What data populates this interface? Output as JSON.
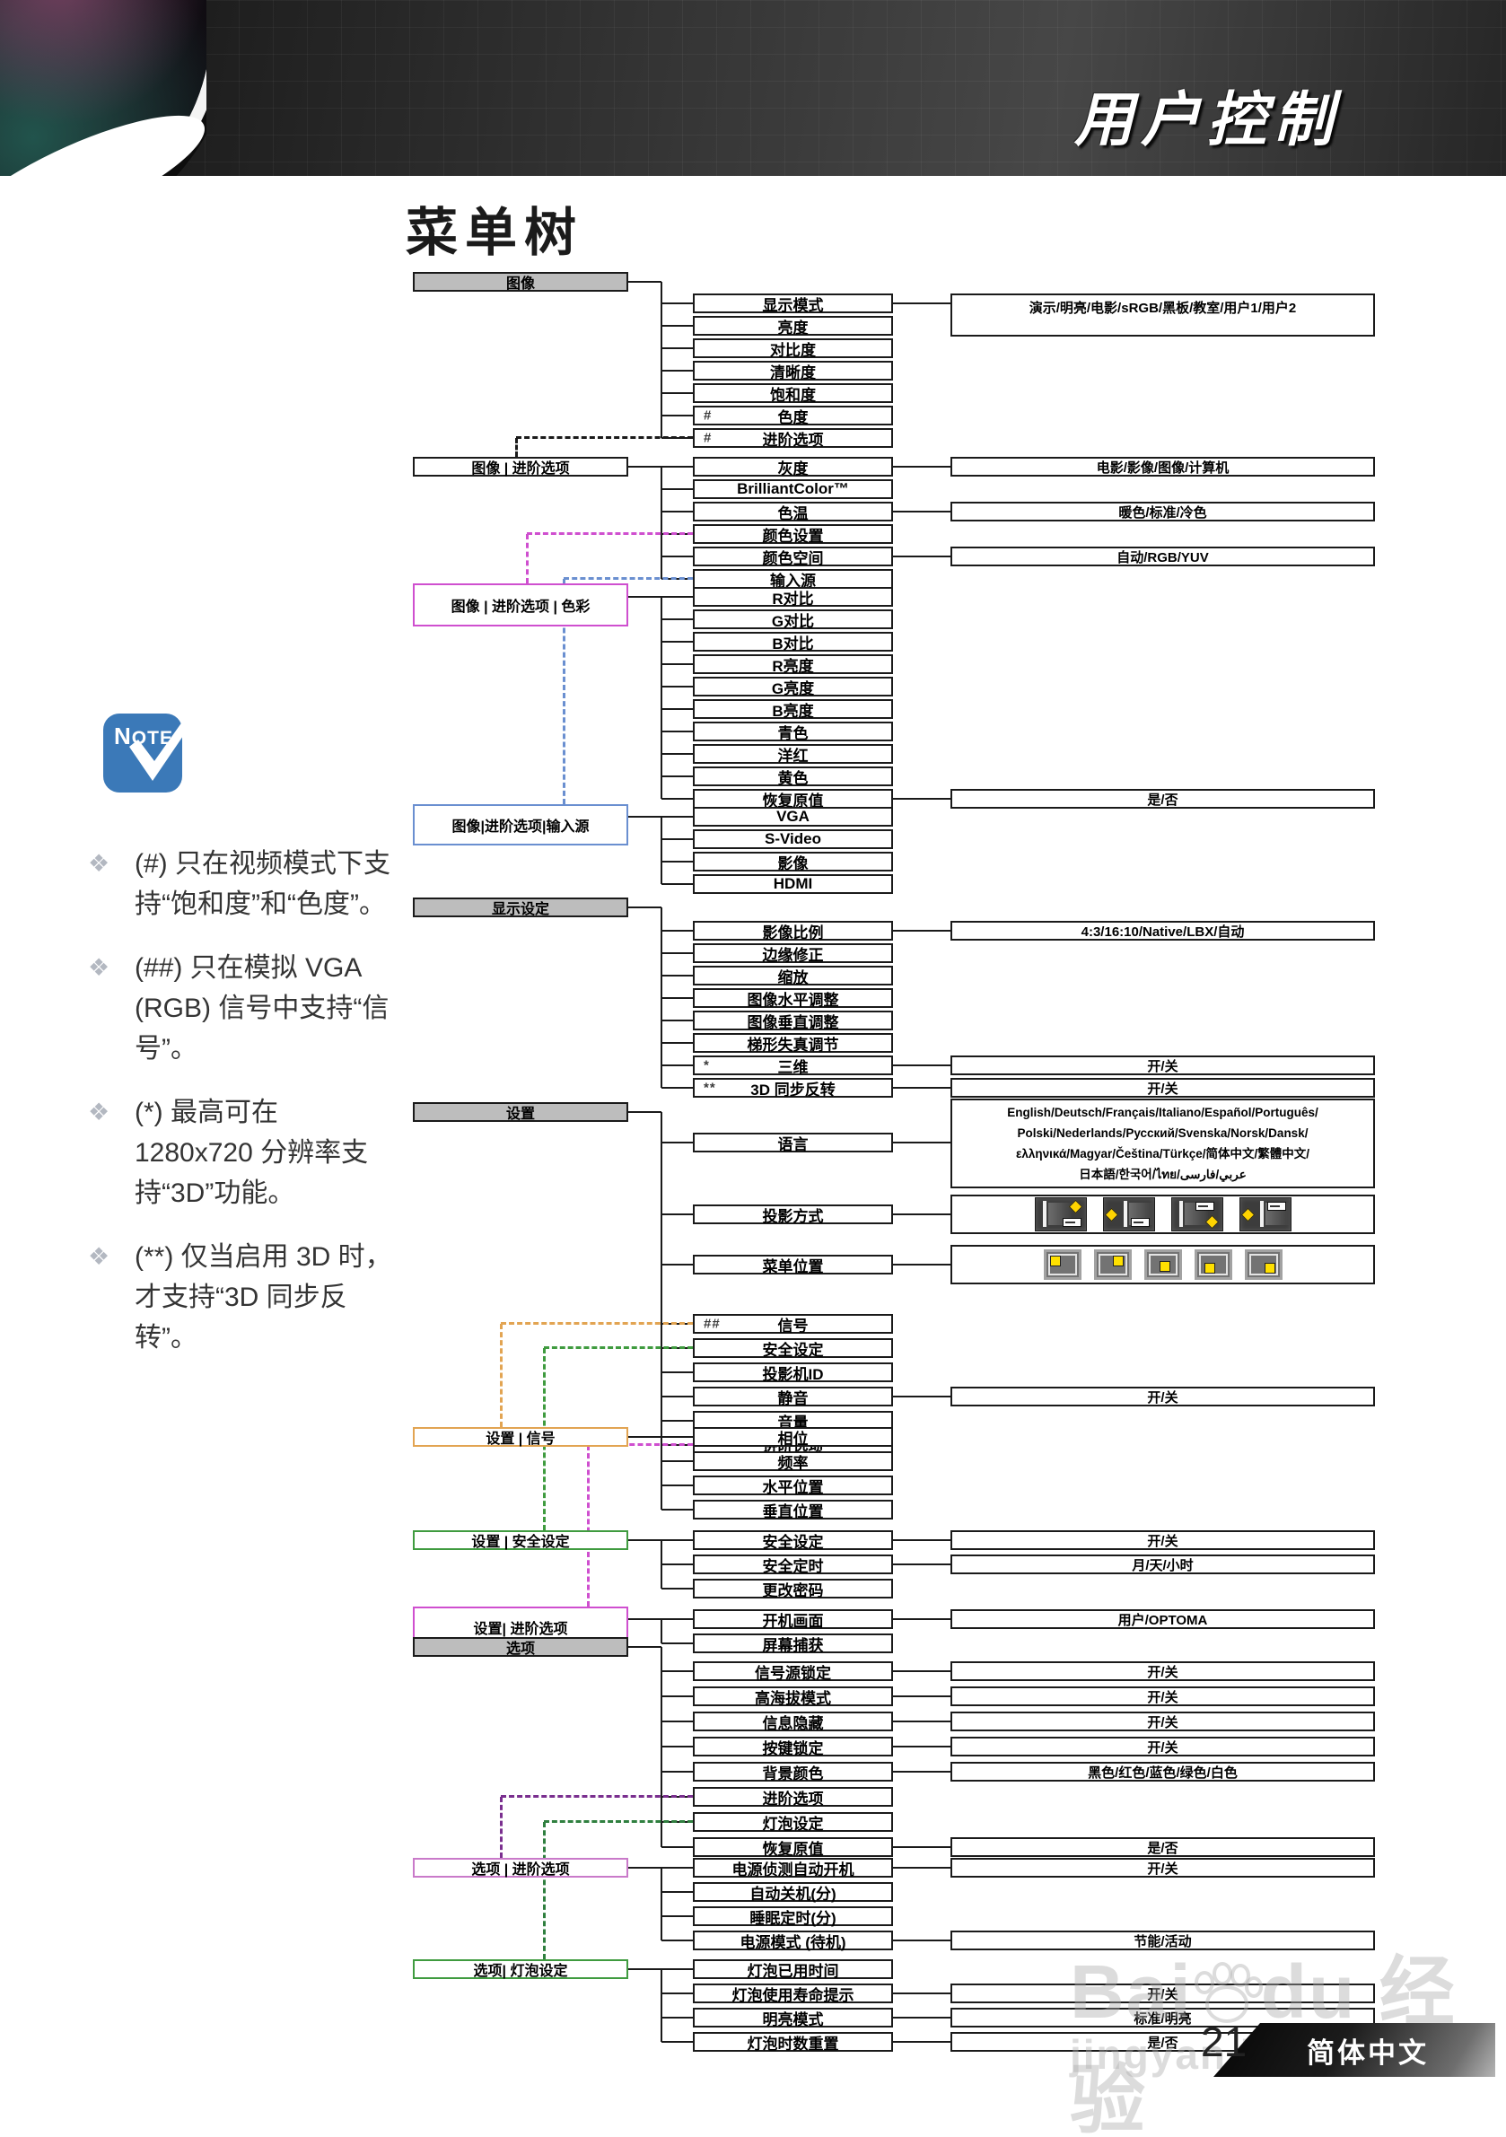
{
  "header": {
    "title": "用户控制"
  },
  "title": "菜单树",
  "note": {
    "label": "NOTE",
    "bullets": [
      "(#) 只在视频模式下支持“饱和度”和“色度”。",
      "(##) 只在模拟 VGA (RGB) 信号中支持“信号”。",
      "(*) 最高可在 1280x720 分辨率支持“3D”功能。",
      "(**) 仅当启用 3D 时，才支持“3D 同步反转”。"
    ]
  },
  "tree": {
    "groups": [
      {
        "section": {
          "label": "图像",
          "style": "gray"
        },
        "items": [
          {
            "label": "显示模式",
            "value": "演示/明亮/电影/sRGB/黑板/教室/用户1/用户2",
            "value_tall": true
          },
          {
            "label": "亮度"
          },
          {
            "label": "对比度"
          },
          {
            "label": "清晰度"
          },
          {
            "label": "饱和度"
          },
          {
            "label": "色度",
            "prefix": "#"
          },
          {
            "label": "进阶选项",
            "prefix": "#"
          }
        ]
      },
      {
        "section": {
          "label": "图像 | 进阶选项",
          "style": "plain"
        },
        "items": [
          {
            "label": "灰度",
            "value": "电影/影像/图像/计算机"
          },
          {
            "label": "BrilliantColor™"
          },
          {
            "label": "色温",
            "value": "暖色/标准/冷色"
          },
          {
            "label": "颜色设置"
          },
          {
            "label": "颜色空间",
            "value": "自动/RGB/YUV"
          },
          {
            "label": "输入源"
          }
        ]
      },
      {
        "section": {
          "label": "图像 | 进阶选项 | 色彩",
          "style": "magenta"
        },
        "items": [
          {
            "label": "R对比"
          },
          {
            "label": "G对比"
          },
          {
            "label": "B对比"
          },
          {
            "label": "R亮度"
          },
          {
            "label": "G亮度"
          },
          {
            "label": "B亮度"
          },
          {
            "label": "青色"
          },
          {
            "label": "洋红"
          },
          {
            "label": "黄色"
          },
          {
            "label": "恢复原值",
            "value": "是/否"
          }
        ]
      },
      {
        "section": {
          "label": "图像|进阶选项|输入源",
          "style": "blue"
        },
        "items": [
          {
            "label": "VGA"
          },
          {
            "label": "S-Video"
          },
          {
            "label": "影像"
          },
          {
            "label": "HDMI"
          }
        ]
      },
      {
        "section": {
          "label": "显示设定",
          "style": "gray"
        },
        "items": [
          {
            "label": "影像比例",
            "value": "4:3/16:10/Native/LBX/自动"
          },
          {
            "label": "边缘修正"
          },
          {
            "label": "缩放"
          },
          {
            "label": "图像水平调整"
          },
          {
            "label": "图像垂直调整"
          },
          {
            "label": "梯形失真调节"
          },
          {
            "label": "三维",
            "prefix": "*",
            "value": "开/关"
          },
          {
            "label": "3D 同步反转",
            "prefix": "**",
            "value": "开/关"
          }
        ]
      },
      {
        "section": {
          "label": "设置",
          "style": "gray"
        },
        "items": [
          {
            "label": "语言",
            "value_type": "languages",
            "value_lines": [
              "English/Deutsch/Français/Italiano/Español/Português/",
              "Polski/Nederlands/Русский/Svenska/Norsk/Dansk/",
              "ελληνικά/Magyar/Čeština/Türkçe/简体中文/繁體中文/",
              "日本語/한국어/ไทย/عربي/فارسی"
            ]
          },
          {
            "label": "投影方式",
            "value_type": "projection-icons"
          },
          {
            "label": "菜单位置",
            "value_type": "position-icons"
          },
          {
            "label": "信号",
            "prefix": "##"
          },
          {
            "label": "安全设定"
          },
          {
            "label": "投影机ID"
          },
          {
            "label": "静音",
            "value": "开/关"
          },
          {
            "label": "音量"
          },
          {
            "label": "进阶选项"
          }
        ]
      },
      {
        "section": {
          "label": "设置 | 信号",
          "style": "orange"
        },
        "items": [
          {
            "label": "相位"
          },
          {
            "label": "频率"
          },
          {
            "label": "水平位置"
          },
          {
            "label": "垂直位置"
          }
        ]
      },
      {
        "section": {
          "label": "设置 | 安全设定",
          "style": "green"
        },
        "items": [
          {
            "label": "安全设定",
            "value": "开/关"
          },
          {
            "label": "安全定时",
            "value": "月/天/小时"
          },
          {
            "label": "更改密码"
          }
        ]
      },
      {
        "section": {
          "label": "设置| 进阶选项",
          "style": "magenta"
        },
        "items": [
          {
            "label": "开机画面",
            "value": "用户/OPTOMA"
          },
          {
            "label": "屏幕捕获"
          }
        ]
      },
      {
        "section": {
          "label": "选项",
          "style": "gray"
        },
        "items": [
          {
            "label": "信号源锁定",
            "value": "开/关"
          },
          {
            "label": "高海拔模式",
            "value": "开/关"
          },
          {
            "label": "信息隐藏",
            "value": "开/关"
          },
          {
            "label": "按键锁定",
            "value": "开/关"
          },
          {
            "label": "背景颜色",
            "value": "黑色/红色/蓝色/绿色/白色"
          },
          {
            "label": "进阶选项"
          },
          {
            "label": "灯泡设定"
          },
          {
            "label": "恢复原值",
            "value": "是/否"
          }
        ]
      },
      {
        "section": {
          "label": "选项 | 进阶选项",
          "style": "violet"
        },
        "items": [
          {
            "label": "电源侦测自动开机",
            "value": "开/关"
          },
          {
            "label": "自动关机(分)"
          },
          {
            "label": "睡眠定时(分)"
          },
          {
            "label": "电源模式 (待机)",
            "value": "节能/活动"
          }
        ]
      },
      {
        "section": {
          "label": "选项| 灯泡设定",
          "style": "green"
        },
        "items": [
          {
            "label": "灯泡已用时间"
          },
          {
            "label": "灯泡使用寿命提示",
            "value": "开/关"
          },
          {
            "label": "明亮模式",
            "value": "标准/明亮"
          },
          {
            "label": "灯泡时数重置",
            "value": "是/否"
          }
        ]
      }
    ]
  },
  "projection_icons": [
    "front-desktop",
    "rear-desktop",
    "front-ceiling",
    "rear-ceiling"
  ],
  "menu_position_icons": [
    "top-left",
    "top-right",
    "center",
    "bottom-left",
    "bottom-right"
  ],
  "watermark": {
    "brand": "Bai",
    "brand_suffix": "du",
    "brand_cn": "经验",
    "url": "jingyan.baidu.com"
  },
  "footer": {
    "page_number": "21",
    "language_label": "简体中文"
  },
  "colors": {
    "note_blue": "#3b79b8",
    "section_gray": "#bdbdbd",
    "accent_magenta": "#cf4fcf",
    "accent_blue": "#6a8fd0",
    "accent_orange": "#e2a452",
    "accent_green": "#3f9b3f",
    "accent_violet": "#c97ac9",
    "link_purple": "#7a2f8f",
    "link_darkgreen": "#2f7f3f",
    "eye_yellow": "#ffd400"
  }
}
